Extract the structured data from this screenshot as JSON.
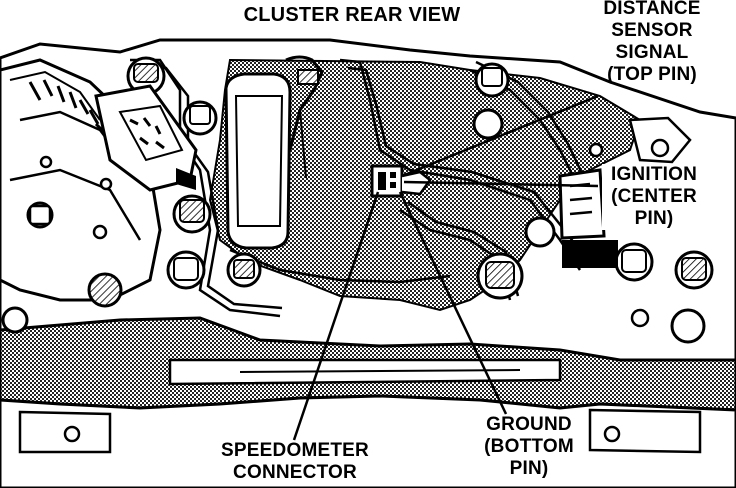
{
  "diagram": {
    "title": "CLUSTER REAR VIEW",
    "callouts": {
      "distance_sensor": {
        "line1": "DISTANCE",
        "line2": "SENSOR",
        "line3": "SIGNAL",
        "line4": "(TOP PIN)"
      },
      "ignition": {
        "line1": "IGNITION",
        "line2": "(CENTER",
        "line3": "PIN)"
      },
      "ground": {
        "line1": "GROUND",
        "line2": "(BOTTOM",
        "line3": "PIN)"
      },
      "speedometer_connector": {
        "line1": "SPEEDOMETER",
        "line2": "CONNECTOR"
      }
    }
  },
  "colors": {
    "ink": "#000000",
    "paper": "#ffffff",
    "shading": "#7a7a7a"
  }
}
